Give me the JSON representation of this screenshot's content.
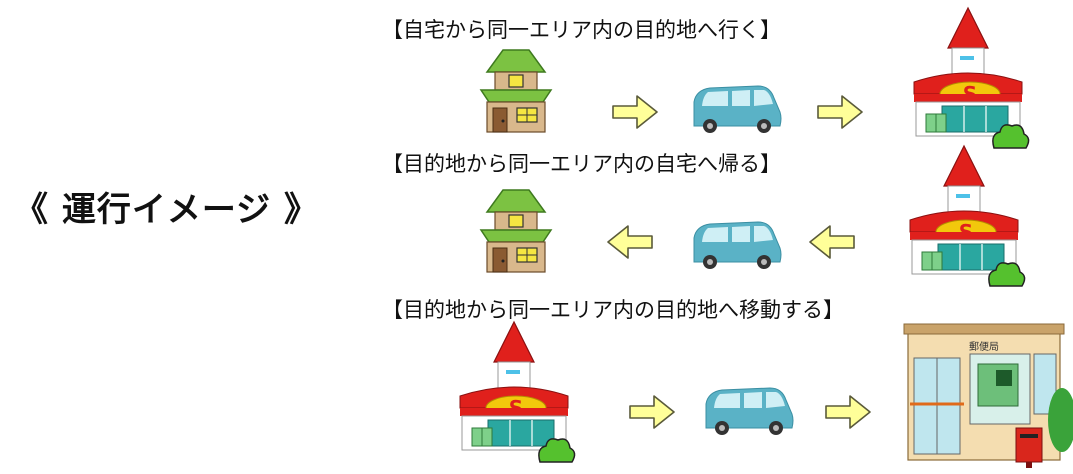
{
  "main_label": "《 運行イメージ 》",
  "rows": [
    {
      "title": "【自宅から同一エリア内の目的地へ行く】",
      "direction": "right"
    },
    {
      "title": "【目的地から同一エリア内の自宅へ帰る】",
      "direction": "left"
    },
    {
      "title": "【目的地から同一エリア内の目的地へ移動する】",
      "direction": "right"
    }
  ],
  "post_office_sign": "郵便局",
  "colors": {
    "arrow_fill": "#ffff99",
    "arrow_stroke": "#5a5a3a",
    "van": "#5ab2c6",
    "store_red": "#e0201c",
    "store_teal": "#2aa7a0",
    "house_roof": "#7cc242",
    "house_wall": "#d9b88c",
    "bush": "#55c12e",
    "post_wall": "#f4ddb0"
  }
}
